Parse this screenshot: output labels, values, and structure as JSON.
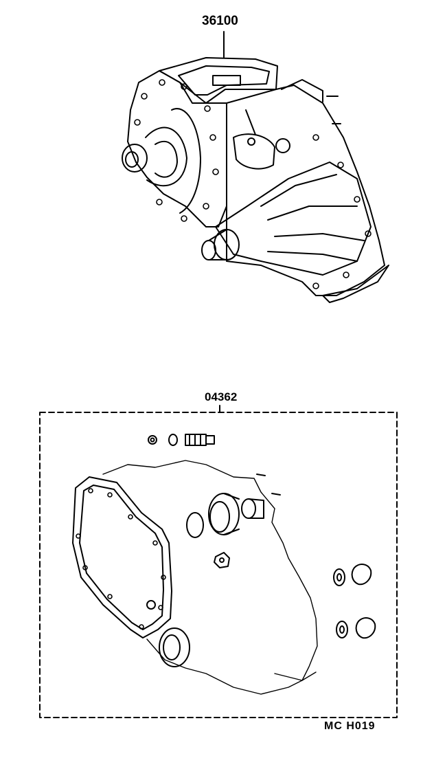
{
  "diagram": {
    "part_numbers": [
      {
        "id": "transfer-assy",
        "number": "36100"
      },
      {
        "id": "gasket-kit",
        "number": "04362"
      }
    ],
    "reference_code": "MC  H019"
  },
  "colors": {
    "ink": "#000000",
    "paper": "#ffffff"
  }
}
